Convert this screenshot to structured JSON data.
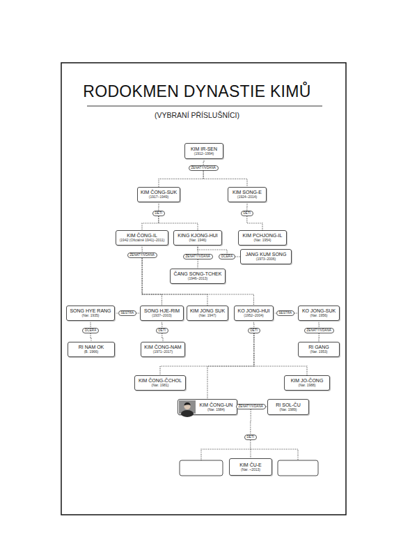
{
  "diagram": {
    "title": "RODOKMEN DYNASTIE KIMŮ",
    "nodes": [
      {
        "text": [
          "KIM IR-SEN",
          "(1912–1994)"
        ]
      },
      {
        "text": [
          "ŽENATÝ/VDANÁ"
        ]
      },
      {
        "text": [
          "KIM ČONG-SUK",
          "(1917–1949)"
        ]
      },
      {
        "text": [
          "KIM SONG-E",
          "(1924–2014)"
        ]
      },
      {
        "text": [
          "DĚTI"
        ]
      },
      {
        "text": [
          "DĚTI"
        ]
      },
      {
        "text": [
          "KIM ČONG-IL",
          "(1942 (Oficiálně 1941)–2011)"
        ]
      },
      {
        "text": [
          "KING KJONG-HUI",
          "(Nar. 1946)"
        ]
      },
      {
        "text": [
          "KIM PCHJONG-IL",
          "(Nar. 1954)"
        ]
      },
      {
        "text": [
          "ŽENATÝ/VDANÁ"
        ]
      },
      {
        "text": [
          "ŽENATÝ/VDANÁ"
        ]
      },
      {
        "text": [
          "DCERA"
        ]
      },
      {
        "text": [
          "JANG KUM SONG",
          "(1973–2006)"
        ]
      },
      {
        "text": [
          "ČANG SONG-TCHEK",
          "(1946–2013)"
        ]
      },
      {
        "text": [
          "SONG HYE RANG",
          "(Nar. 1935)"
        ]
      },
      {
        "text": [
          "SESTRA"
        ]
      },
      {
        "text": [
          "SONG HJE-RIM",
          "(1937–2003)"
        ]
      },
      {
        "text": [
          "KIM JONG SUK",
          "(Nar. 1947)"
        ]
      },
      {
        "text": [
          "KO JONG-HUI",
          "(1952–2004)"
        ]
      },
      {
        "text": [
          "SESTRA"
        ]
      },
      {
        "text": [
          "KO JONG-SUK",
          "(Nar. 1956)"
        ]
      },
      {
        "text": [
          "DCERA"
        ]
      },
      {
        "text": [
          "DĚTI"
        ]
      },
      {
        "text": [
          "DĚTI"
        ]
      },
      {
        "text": [
          "ŽENATÝ/VDANÁ"
        ]
      },
      {
        "text": [
          "RI NAM OK",
          "(B. 1966)"
        ]
      },
      {
        "text": [
          "KIM ČONG-NAM",
          "(1971–2017)"
        ]
      },
      {
        "text": [
          "RI GANG",
          "(Nar. 1953)"
        ]
      },
      {
        "text": [
          "KIM ČONG-ČCHOL",
          "(Nar. 1981)"
        ]
      },
      {
        "text": [
          "KIM JO-ČONG",
          "(Nar. 1988)"
        ]
      },
      {
        "text": [
          "KIM ČONG-UN",
          "(Nar. 1984)"
        ]
      },
      {
        "text": [
          "ŽENATÝ/VDANÁ"
        ]
      },
      {
        "text": [
          "RI SOL-ČU",
          "(Nar. 1989)"
        ]
      },
      {
        "text": [
          "DĚTI"
        ]
      },
      {
        "text": [
          "KIM ČU-E",
          "(Nar. ~2013)"
        ]
      }
    ],
    "edges": [
      {
        "from": 0,
        "to": 1,
        "arrow": "none"
      },
      {
        "from": 1,
        "to": 2,
        "arrow": "none"
      },
      {
        "from": 1,
        "to": 3,
        "arrow": "none"
      },
      {
        "from": 2,
        "to": 4,
        "arrow": "none"
      },
      {
        "from": 3,
        "to": 5,
        "arrow": "none"
      },
      {
        "from": 4,
        "to": 6,
        "arrow": "none"
      },
      {
        "from": 4,
        "to": 7,
        "arrow": "none"
      },
      {
        "from": 5,
        "to": 8,
        "arrow": "none"
      },
      {
        "from": 6,
        "to": 9,
        "arrow": "none"
      },
      {
        "from": 7,
        "to": 10,
        "arrow": "none"
      },
      {
        "from": 7,
        "to": 11,
        "arrow": "none"
      },
      {
        "from": 11,
        "to": 12,
        "arrow": "none"
      },
      {
        "from": 10,
        "to": 13,
        "arrow": "none"
      },
      {
        "from": 9,
        "to": 16,
        "arrow": "none"
      },
      {
        "from": 9,
        "to": 17,
        "arrow": "none"
      },
      {
        "from": 9,
        "to": 18,
        "arrow": "none"
      },
      {
        "from": 14,
        "to": 15,
        "arrow": "none"
      },
      {
        "from": 15,
        "to": 16,
        "arrow": "none"
      },
      {
        "from": 14,
        "to": 21,
        "arrow": "none"
      },
      {
        "from": 21,
        "to": 25,
        "arrow": "none"
      },
      {
        "from": 16,
        "to": 22,
        "arrow": "none"
      },
      {
        "from": 22,
        "to": 26,
        "arrow": "none"
      },
      {
        "from": 18,
        "to": 19,
        "arrow": "none"
      },
      {
        "from": 19,
        "to": 20,
        "arrow": "none"
      },
      {
        "from": 20,
        "to": 24,
        "arrow": "none"
      },
      {
        "from": 24,
        "to": 27,
        "arrow": "none"
      },
      {
        "from": 18,
        "to": 23,
        "arrow": "none"
      },
      {
        "from": 23,
        "to": 28,
        "arrow": "none"
      },
      {
        "from": 23,
        "to": 30,
        "arrow": "none"
      },
      {
        "from": 23,
        "to": 29,
        "arrow": "none"
      },
      {
        "from": 30,
        "to": 31,
        "arrow": "none"
      },
      {
        "from": 31,
        "to": 32,
        "arrow": "none"
      },
      {
        "from": 31,
        "to": 33,
        "arrow": "none"
      },
      {
        "from": 33,
        "to": 34,
        "arrow": "none"
      }
    ],
    "labels": [
      "(VYBRANÍ PŘÍSLUŠNÍCI)"
    ]
  }
}
